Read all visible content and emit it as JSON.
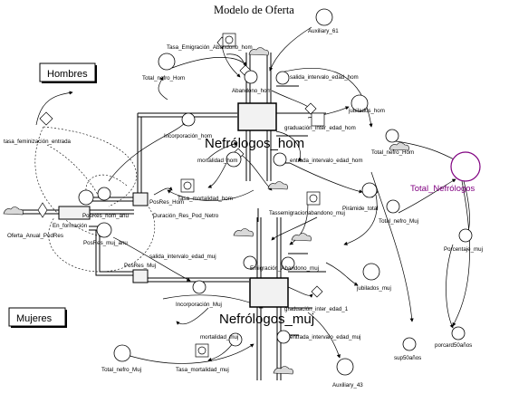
{
  "title": "Modelo de Oferta",
  "group_labels": {
    "hombres": "Hombres",
    "mujeres": "Mujeres"
  },
  "stocks": {
    "nefrologos_hom": "Nefrólogos_hom",
    "nefrologos_muj": "Nefrólogos_muj",
    "posres_hom": "PosRes_Hom",
    "posres_muj": "PosRes_Muj",
    "en_formacion": "En_formación"
  },
  "flows": {
    "abandono_hom": "Abandono_hom",
    "salida_hom": "salida_intervalo_edad_hom",
    "graduacion_hom": "graduación_inter_edad_hom",
    "entrada_hom": "entrada_intervalo_edad_hom",
    "incorporacion_hom": "Incorporación_hom",
    "mortalidad_hom": "mortalidad_hom",
    "salida_muj": "salida_intervalo_edad_muj",
    "emigracion_muj": "Emigración_Abandono_muj",
    "graduacion_muj": "graduación_inter_edad_1",
    "entrada_muj": "entrada_intervalo_edad_muj",
    "incorporacion_muj": "Incorporación_Muj",
    "mortalidad_muj": "mortalidad_muj",
    "posres_hom_anu": "PosRes_hom_anu",
    "posres_muj_anu": "PosRes_muj_anu",
    "oferta": "Oferta_Anual_PodRes"
  },
  "aux": {
    "auxiliary_61": "Auxiliary_61",
    "tasa_emig_hom": "Tasa_Emigración_Abandono_hom",
    "total_nefro_hom_top": "Total_nefro_Hom",
    "jubilados_hom": "jubilados_hom",
    "tasa_feminizacion": "tasa_feminización_entrada",
    "duracion": "Duración_Res_Pod_Netro",
    "tasa_mort_hom": "Tasa_mortalidad_hom",
    "tasaemig_muj": "Tassemigracionabandono_muj",
    "piramide": "Pirámide_total",
    "total_nefro_hom_right": "Total_nefro_Hom",
    "total_nefrologos": "Total_Nefrólogos",
    "total_nefro_muj_right": "Total_nefro_Muj",
    "porcentaje_muj": "Porcentaje_muj",
    "jubilados_muj": "jubilados_muj",
    "sup50": "sup50años",
    "porcard50": "porcard50años",
    "total_nefro_muj_bottom": "Total_nefro_Muj",
    "tasa_mort_muj": "Tasa_mortalidad_muj",
    "auxiliary_43": "Auxiliary_43"
  },
  "colors": {
    "ink": "#000000",
    "highlight": "#800080",
    "stock_fill": "#f2f2f2",
    "cloud_fill": "#d9d9d9"
  }
}
